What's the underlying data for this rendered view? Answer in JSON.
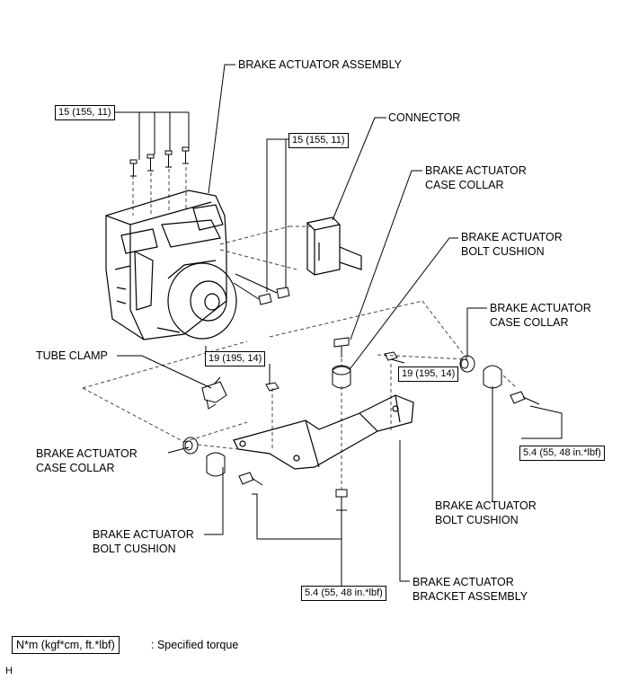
{
  "labels": {
    "brake_actuator_assembly": "BRAKE ACTUATOR ASSEMBLY",
    "connector": "CONNECTOR",
    "case_collar_top_l1": "BRAKE ACTUATOR",
    "case_collar_top_l2": "CASE COLLAR",
    "bolt_cushion_top_l1": "BRAKE ACTUATOR",
    "bolt_cushion_top_l2": "BOLT CUSHION",
    "case_collar_right_l1": "BRAKE ACTUATOR",
    "case_collar_right_l2": "CASE COLLAR",
    "tube_clamp": "TUBE CLAMP",
    "case_collar_left_l1": "BRAKE ACTUATOR",
    "case_collar_left_l2": "CASE COLLAR",
    "bolt_cushion_right_l1": "BRAKE ACTUATOR",
    "bolt_cushion_right_l2": "BOLT CUSHION",
    "bolt_cushion_left_l1": "BRAKE ACTUATOR",
    "bolt_cushion_left_l2": "BOLT CUSHION",
    "bracket_l1": "BRAKE ACTUATOR",
    "bracket_l2": "BRACKET ASSEMBLY"
  },
  "torques": {
    "t1": "15 (155, 11)",
    "t2": "15 (155, 11)",
    "t3": "19 (195, 14)",
    "t4": "19 (195, 14)",
    "t5": "5.4 (55, 48 in.*lbf)",
    "t6": "5.4 (55, 48 in.*lbf)"
  },
  "legend": {
    "unit": "N*m (kgf*cm, ft.*lbf)",
    "description": ": Specified torque"
  },
  "corner_mark": "H"
}
